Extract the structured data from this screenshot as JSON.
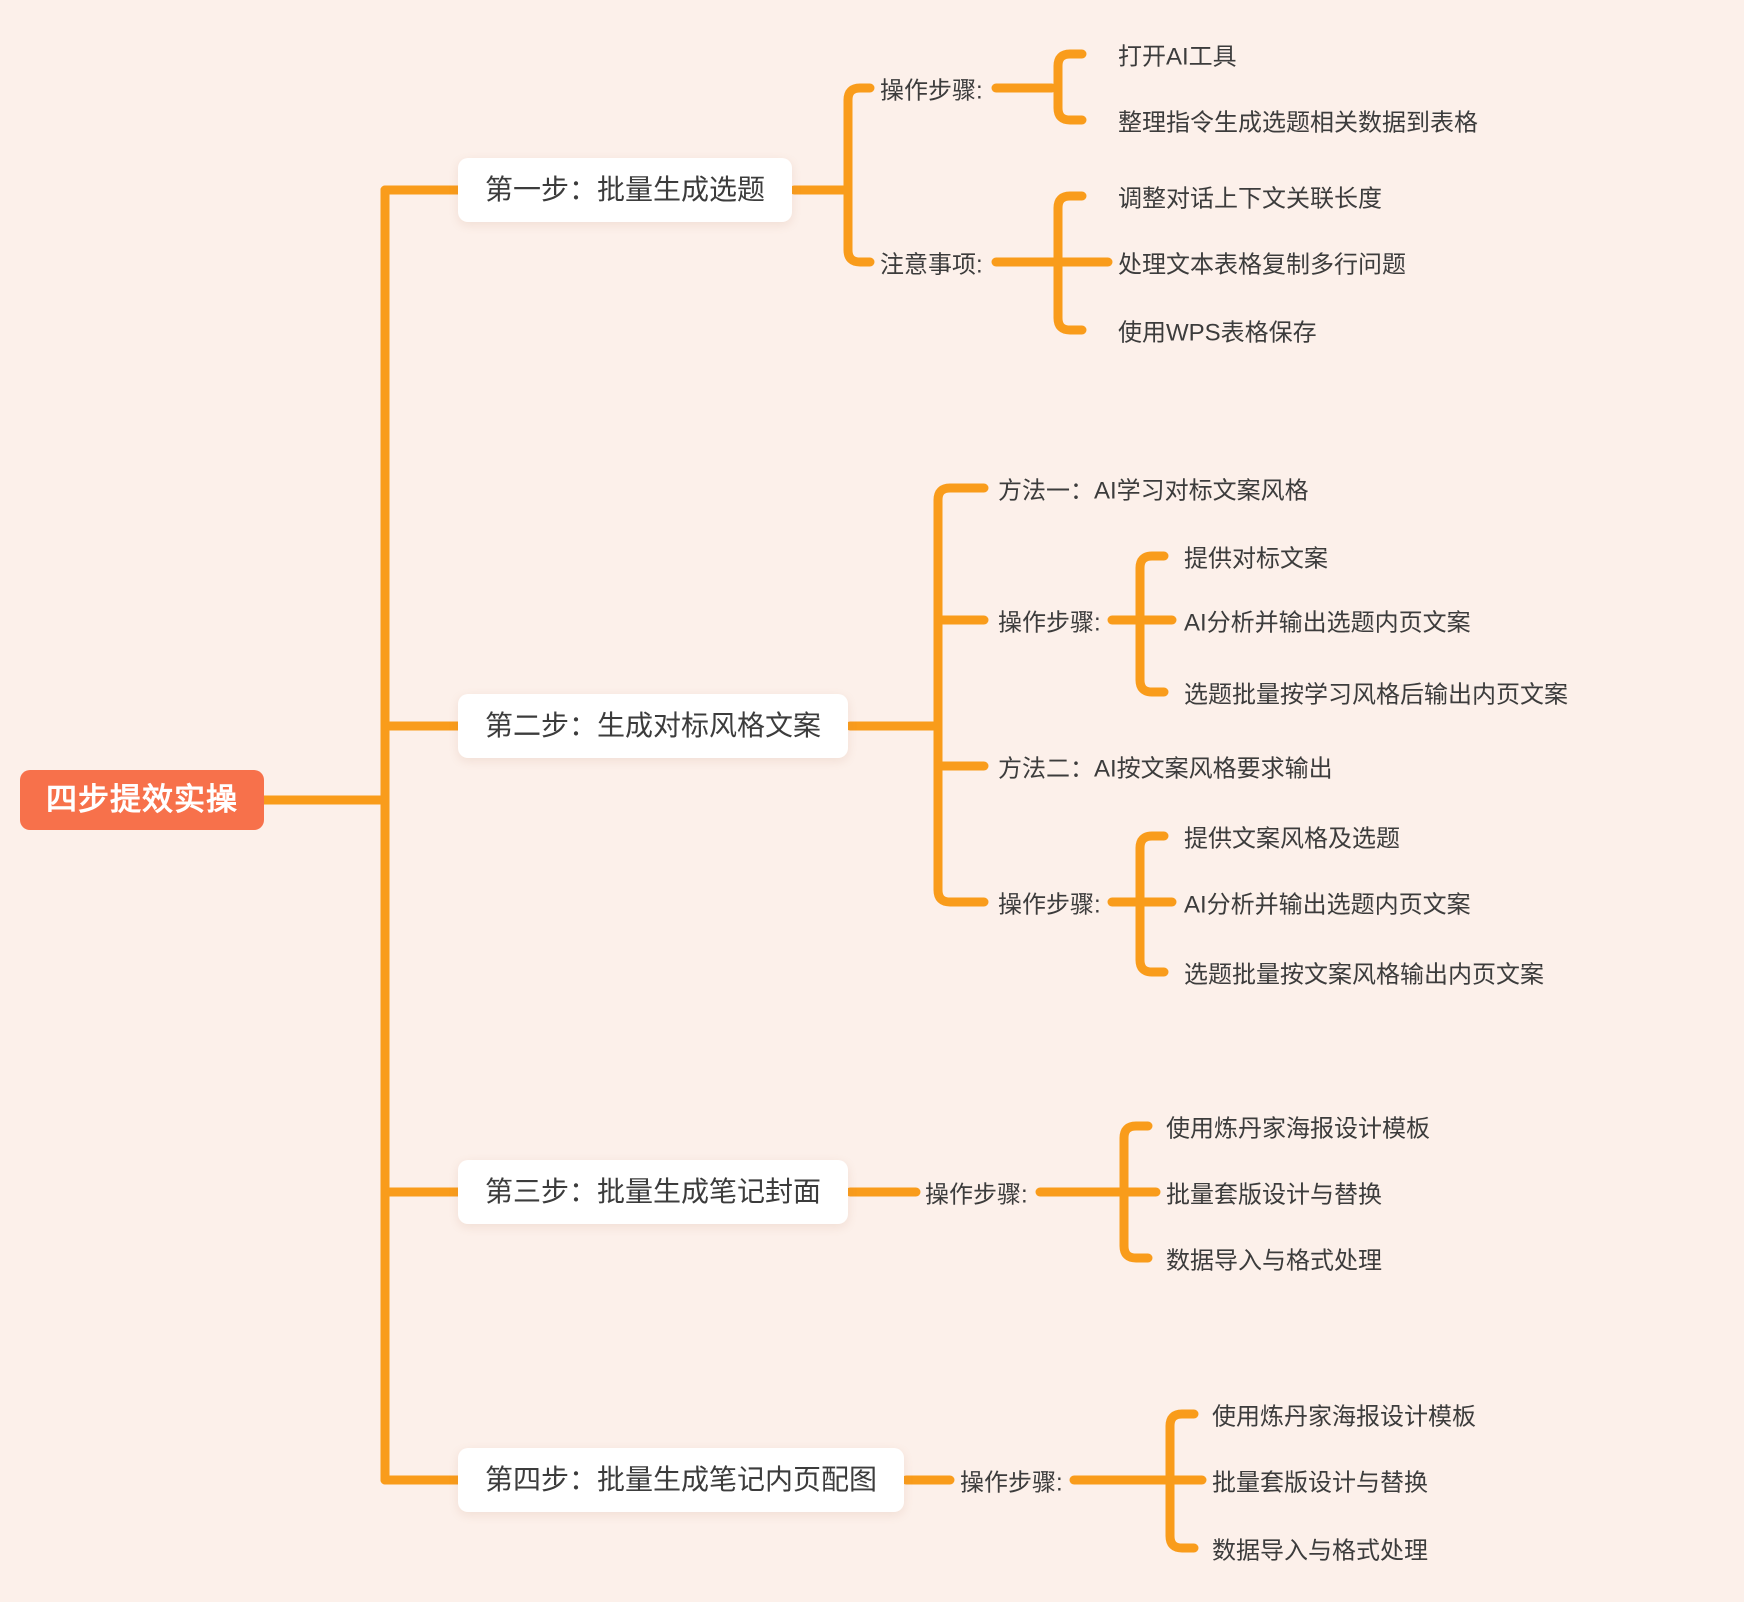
{
  "colors": {
    "background": "#FCF0EA",
    "line": "#F99C1B",
    "root_bg": "#F7714B",
    "root_text": "#FFFFFF",
    "node_bg": "#FFFFFF",
    "node_text": "#3C3C3C"
  },
  "root": {
    "label": "四步提效实操"
  },
  "steps": [
    {
      "label": "第一步：批量生成选题",
      "branches": [
        {
          "label": "操作步骤:",
          "children": [
            "打开AI工具",
            "整理指令生成选题相关数据到表格"
          ]
        },
        {
          "label": "注意事项:",
          "children": [
            "调整对话上下文关联长度",
            "处理文本表格复制多行问题",
            "使用WPS表格保存"
          ]
        }
      ]
    },
    {
      "label": "第二步：生成对标风格文案",
      "branches": [
        {
          "label": "方法一：AI学习对标文案风格",
          "children": []
        },
        {
          "label": "操作步骤:",
          "children": [
            "提供对标文案",
            "AI分析并输出选题内页文案",
            "选题批量按学习风格后输出内页文案"
          ]
        },
        {
          "label": "方法二：AI按文案风格要求输出",
          "children": []
        },
        {
          "label": "操作步骤:",
          "children": [
            "提供文案风格及选题",
            "AI分析并输出选题内页文案",
            "选题批量按文案风格输出内页文案"
          ]
        }
      ]
    },
    {
      "label": "第三步：批量生成笔记封面",
      "branches": [
        {
          "label": "操作步骤:",
          "children": [
            "使用炼丹家海报设计模板",
            "批量套版设计与替换",
            "数据导入与格式处理"
          ]
        }
      ]
    },
    {
      "label": "第四步：批量生成笔记内页配图",
      "branches": [
        {
          "label": "操作步骤:",
          "children": [
            "使用炼丹家海报设计模板",
            "批量套版设计与替换",
            "数据导入与格式处理"
          ]
        }
      ]
    }
  ]
}
